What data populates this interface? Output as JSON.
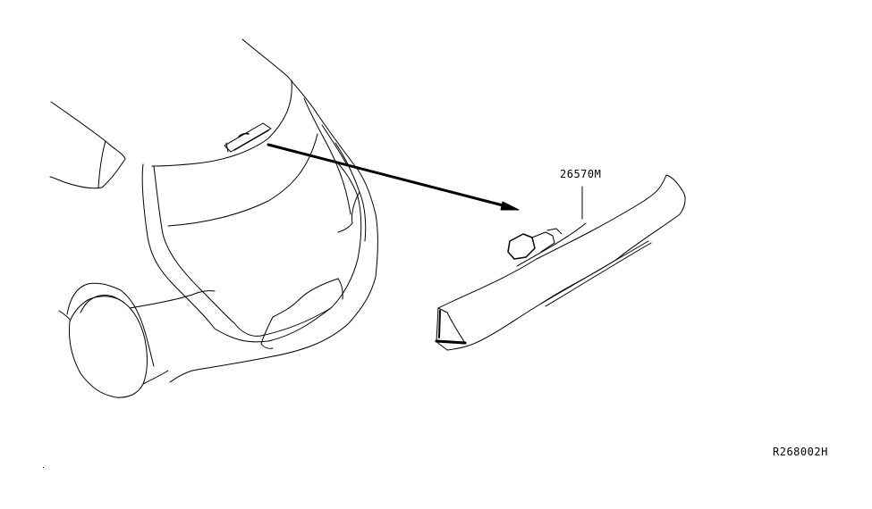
{
  "diagram": {
    "type": "parts-illustration",
    "description": "Rear of hatchback vehicle with arrow pointing to high-mounted stop lamp detail",
    "parts": [
      {
        "part_number": "26570M",
        "name": "high-mounted-stop-lamp"
      }
    ],
    "reference_code": "R268002H",
    "colors": {
      "line": "#000000",
      "background": "#ffffff"
    }
  }
}
